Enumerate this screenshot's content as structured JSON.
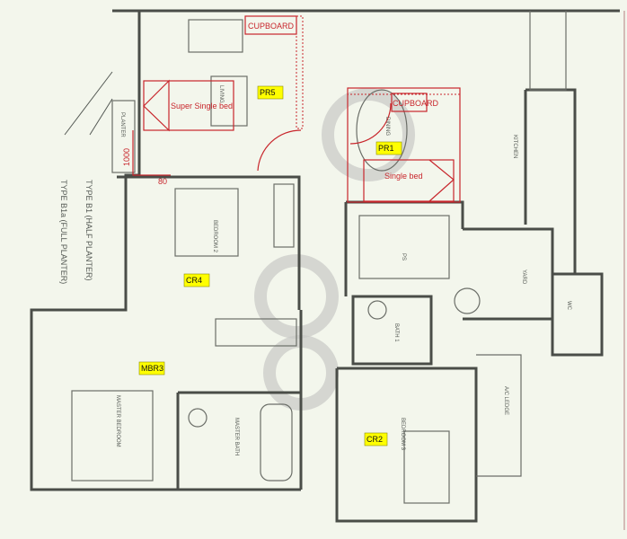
{
  "annotations": {
    "cupboard_1": "CUPBOARD",
    "cupboard_2": "CUPBOARD",
    "super_single_bed": "Super Single bed",
    "single_bed": "Single bed",
    "dimension_1": "1000",
    "dimension_2": "80"
  },
  "room_tags": {
    "pr5": "PR5",
    "pr1": "PR1",
    "cr4": "CR4",
    "mbr3": "MBR3",
    "cr2": "CR2"
  },
  "plan_labels": {
    "living": "LIVING",
    "dining": "DINING",
    "kitchen": "KITCHEN",
    "planter": "PLANTER",
    "bedroom2": "BEDROOM 2",
    "master_bedroom": "MASTER BEDROOM",
    "master_bath": "MASTER BATH",
    "ps": "PS",
    "bath1": "BATH 1",
    "bedroom3": "BEDROOM 3",
    "yard": "YARD",
    "wc": "WC",
    "ac_ledge": "A/C LEDGE",
    "type_b1": "TYPE B1 (HALF PLANTER)",
    "type_b1a": "TYPE B1a (FULL PLANTER)"
  },
  "colors": {
    "markup_red": "#c8262c",
    "tag_yellow": "#ffff00",
    "wall": "#4a4d48"
  }
}
